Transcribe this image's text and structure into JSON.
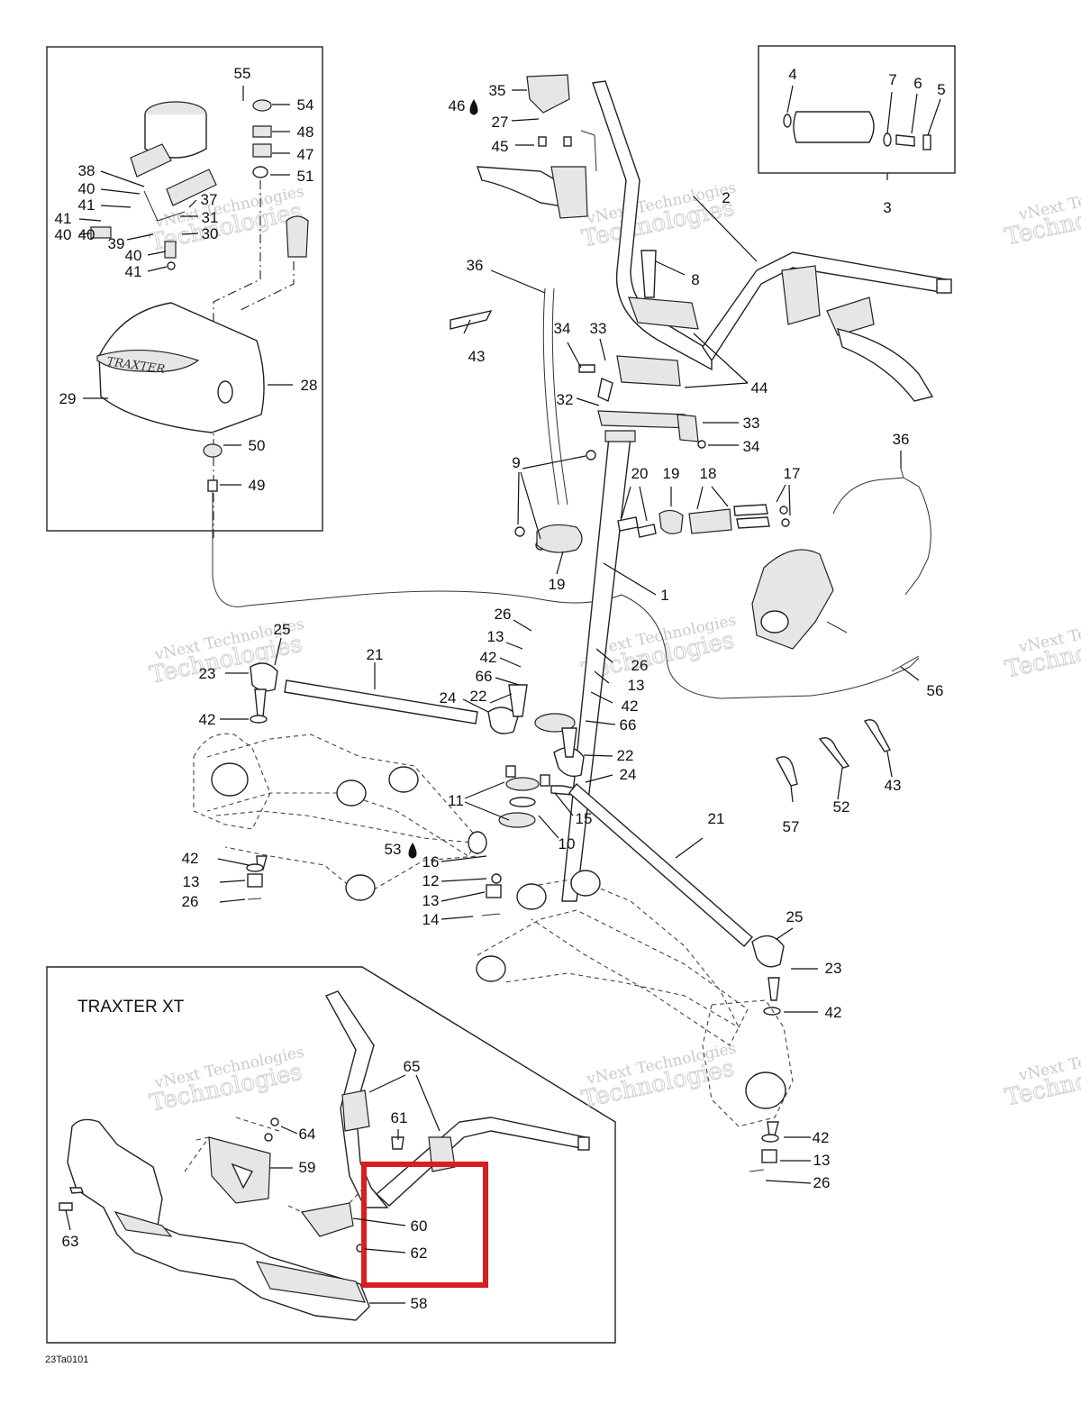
{
  "inset_title": "TRAXTER XT",
  "drawing_code": "23Ta0101",
  "watermark": {
    "line1": "vNext Technologies",
    "line2": "Technologies"
  },
  "callouts": [
    "1",
    "2",
    "3",
    "4",
    "5",
    "6",
    "7",
    "8",
    "9",
    "10",
    "11",
    "12",
    "13",
    "14",
    "15",
    "16",
    "17",
    "18",
    "19",
    "20",
    "21",
    "22",
    "23",
    "24",
    "25",
    "26",
    "27",
    "28",
    "29",
    "30",
    "31",
    "32",
    "33",
    "34",
    "35",
    "36",
    "37",
    "38",
    "39",
    "40",
    "41",
    "42",
    "43",
    "44",
    "45",
    "46",
    "47",
    "48",
    "49",
    "50",
    "51",
    "52",
    "53",
    "54",
    "55",
    "56",
    "57",
    "58",
    "59",
    "60",
    "61",
    "62",
    "63",
    "64",
    "65",
    "66"
  ],
  "highlight": {
    "color": "#d81e1e",
    "parts": [
      "60",
      "62"
    ]
  }
}
